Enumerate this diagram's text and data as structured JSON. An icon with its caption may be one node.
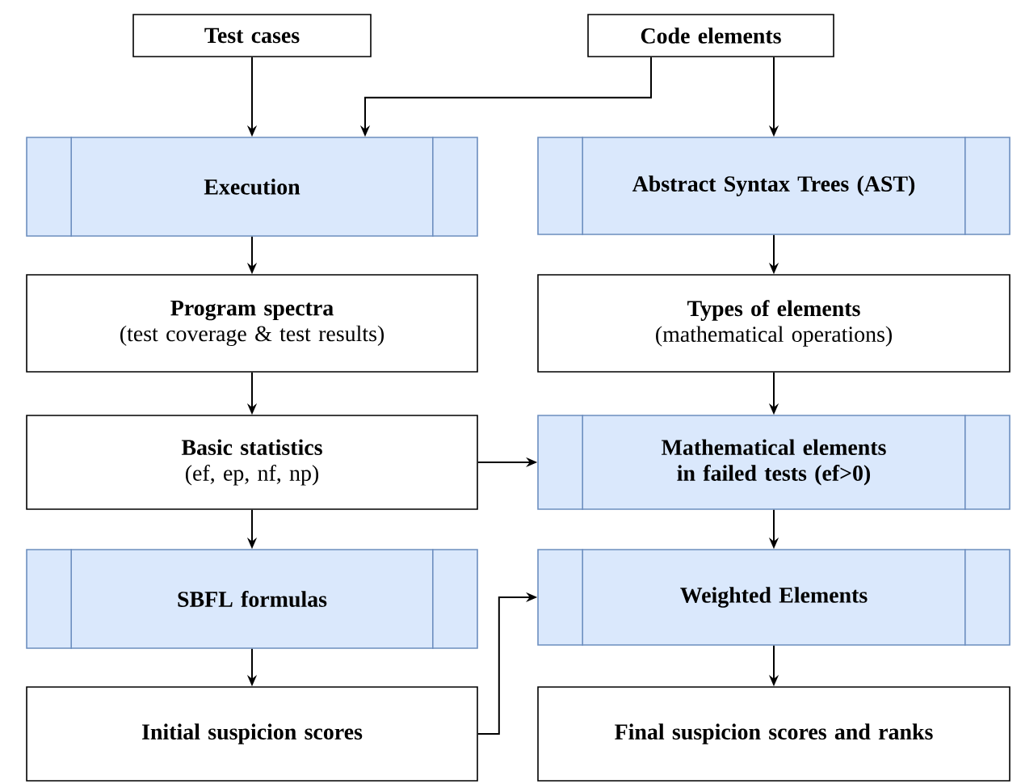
{
  "diagram": {
    "nodes": [
      {
        "text": [
          "Test cases"
        ]
      },
      {
        "text": [
          "Code elements"
        ]
      },
      {
        "text": [
          "Execution"
        ]
      },
      {
        "text": [
          "Abstract Syntax Trees (AST)"
        ]
      },
      {
        "text": [
          "Program spectra",
          "(test coverage & test results)"
        ]
      },
      {
        "text": [
          "Types of elements",
          "(mathematical operations)"
        ]
      },
      {
        "text": [
          "Basic statistics",
          "(ef, ep, nf, np)"
        ]
      },
      {
        "text": [
          "Mathematical elements in failed tests (ef>0)"
        ]
      },
      {
        "text": [
          "SBFL formulas"
        ]
      },
      {
        "text": [
          "Weighted Elements"
        ]
      },
      {
        "text": [
          "Initial suspicion scores"
        ]
      },
      {
        "text": [
          "Final suspicion scores and ranks"
        ]
      }
    ],
    "edges": [
      {
        "from": 0,
        "to": 2,
        "arrow": "to"
      },
      {
        "from": 1,
        "to": 2,
        "arrow": "to"
      },
      {
        "from": 1,
        "to": 3,
        "arrow": "to"
      },
      {
        "from": 2,
        "to": 4,
        "arrow": "to"
      },
      {
        "from": 3,
        "to": 5,
        "arrow": "to"
      },
      {
        "from": 4,
        "to": 6,
        "arrow": "to"
      },
      {
        "from": 5,
        "to": 7,
        "arrow": "to"
      },
      {
        "from": 6,
        "to": 7,
        "arrow": "to"
      },
      {
        "from": 6,
        "to": 8,
        "arrow": "to"
      },
      {
        "from": 7,
        "to": 9,
        "arrow": "to"
      },
      {
        "from": 8,
        "to": 10,
        "arrow": "to"
      },
      {
        "from": 10,
        "to": 9,
        "arrow": "to"
      },
      {
        "from": 9,
        "to": 11,
        "arrow": "to"
      }
    ]
  }
}
